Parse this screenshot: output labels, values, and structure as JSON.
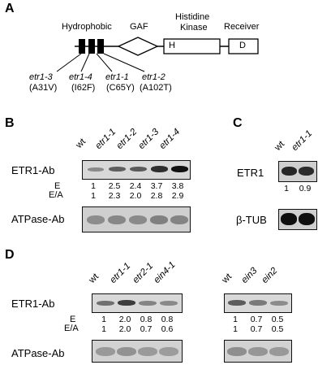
{
  "panels": {
    "a": "A",
    "b": "B",
    "c": "C",
    "d": "D"
  },
  "panel_a": {
    "domains": {
      "hydrophobic": "Hydrophobic",
      "gaf": "GAF",
      "kinase_line1": "Histidine",
      "kinase_line2": "Kinase",
      "receiver": "Receiver",
      "h_box": "H",
      "d_box": "D"
    },
    "mutations": [
      {
        "allele": "etr1-3",
        "change": "(A31V)"
      },
      {
        "allele": "etr1-4",
        "change": "(I62F)"
      },
      {
        "allele": "etr1-1",
        "change": "(C65Y)"
      },
      {
        "allele": "etr1-2",
        "change": "(A102T)"
      }
    ]
  },
  "panel_b": {
    "lanes": [
      "wt",
      "etr1-1",
      "etr1-2",
      "etr1-3",
      "etr1-4"
    ],
    "blot1_label": "ETR1-Ab",
    "blot2_label": "ATPase-Ab",
    "row_e_label": "E",
    "row_ea_label": "E/A",
    "e_values": [
      "1",
      "2.5",
      "2.4",
      "3.7",
      "3.8"
    ],
    "ea_values": [
      "1",
      "2.3",
      "2.0",
      "2.8",
      "2.9"
    ]
  },
  "panel_c": {
    "lanes": [
      "wt",
      "etr1-1"
    ],
    "blot1_label": "ETR1",
    "blot2_label": "β-TUB",
    "values": [
      "1",
      "0.9"
    ]
  },
  "panel_d": {
    "left_lanes": [
      "wt",
      "etr1-1",
      "etr2-1",
      "ein4-1"
    ],
    "right_lanes": [
      "wt",
      "ein3",
      "ein2"
    ],
    "blot1_label": "ETR1-Ab",
    "blot2_label": "ATPase-Ab",
    "row_e_label": "E",
    "row_ea_label": "E/A",
    "left_e": [
      "1",
      "2.0",
      "0.8",
      "0.8"
    ],
    "left_ea": [
      "1",
      "2.0",
      "0.7",
      "0.6"
    ],
    "right_e": [
      "1",
      "0.7",
      "0.5"
    ],
    "right_ea": [
      "1",
      "0.7",
      "0.5"
    ]
  }
}
